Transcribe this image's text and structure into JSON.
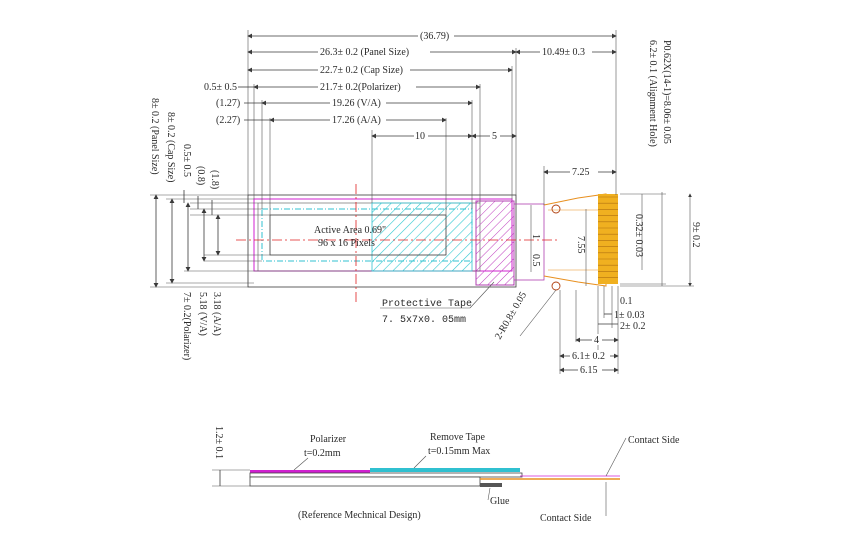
{
  "dimensions": {
    "overall": "(36.79)",
    "panel_size": "26.3± 0.2 (Panel Size)",
    "right_length": "10.49± 0.3",
    "cap_size": "22.7± 0.2 (Cap Size)",
    "polarizer": "21.7± 0.2(Polarizer)",
    "va": "19.26 (V/A)",
    "aa": "17.26 (A/A)",
    "offset_05": "0.5± 0.5",
    "offset_127": "(1.27)",
    "offset_227": "(2.27)",
    "dim_10": "10",
    "dim_5": "5",
    "dim_725": "7.25",
    "pitch": "P0.62X(14-1)=8.06± 0.05",
    "alignment_hole": "6.2± 0.1 (Alignment Hole)",
    "h_panel": "8± 0.2 (Panel Size)",
    "h_cap": "8± 0.2 (Cap Size)",
    "h_05": "0.5± 0.5",
    "h_08": "(0.8)",
    "h_18": "(1.8)",
    "h_318": "3.18 (A/A)",
    "h_518": "5.18 (V/A)",
    "h_7": "7± 0.2(Polarizer)",
    "dim_032": "0.32± 0.03",
    "dim_9": "9± 0.2",
    "dim_755": "7.55",
    "dim_1": "1",
    "dim_05": "0.5",
    "dim_2r": "2-R0.8± 0.05",
    "dim_01": "0.1",
    "dim_1_003": "1± 0.03",
    "dim_2_02": "2± 0.2",
    "dim_4": "4",
    "dim_61": "6.1± 0.2",
    "dim_615": "6.15",
    "dim_12": "1.2± 0.1"
  },
  "labels": {
    "active_area_line1": "Active Area 0.69\"",
    "active_area_line2": "96 x 16 Pixels",
    "protective_tape_line1": "Protective Tape",
    "protective_tape_line2": "7. 5x7x0. 05mm",
    "polarizer_line1": "Polarizer",
    "polarizer_line2": "t=0.2mm",
    "remove_tape_line1": "Remove Tape",
    "remove_tape_line2": "t=0.15mm Max",
    "glue": "Glue",
    "contact_side_top": "Contact Side",
    "contact_side_bottom": "Contact Side",
    "reference": "(Reference Mechnical Design)"
  },
  "colors": {
    "panel_outline": "#555555",
    "cap_magenta": "#d020d0",
    "va_cyan": "#30c0d0",
    "aa_hatch": "#30c8d0",
    "fpc_orange": "#e89020",
    "center_red": "#e02020",
    "pad_yellow": "#f0b020",
    "tape_purple": "#b040b0"
  }
}
